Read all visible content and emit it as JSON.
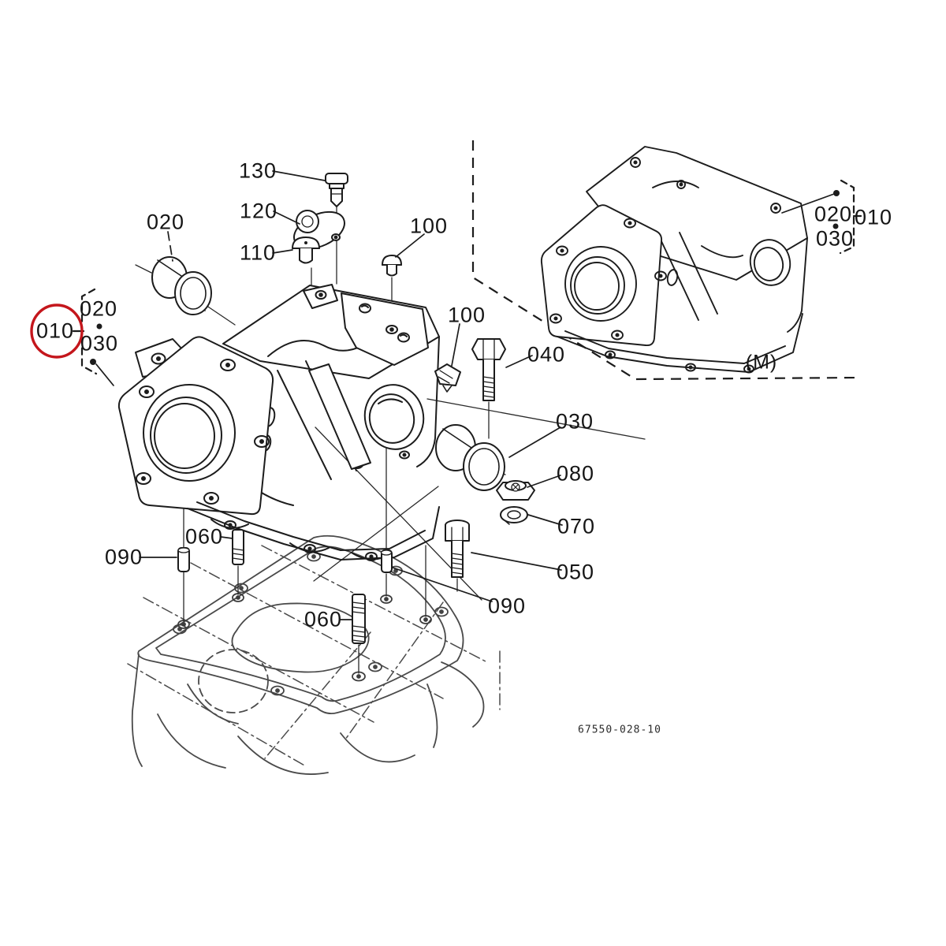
{
  "page": {
    "background_color": "#ffffff",
    "line_color": "#1c1c1c",
    "phantom_line_color": "#4a4a4a",
    "highlight_color": "#c4161c"
  },
  "diagram": {
    "type": "exploded-parts-diagram",
    "drawing_number": "67550-028-10",
    "variant_label": "(M)",
    "highlighted_callout": "010",
    "groups": [
      {
        "name": "left-assembly-bracket",
        "assembly": "010",
        "members": [
          "020",
          "030"
        ]
      },
      {
        "name": "right-assembly-bracket",
        "assembly": "010",
        "members": [
          "020",
          "030"
        ]
      }
    ],
    "callouts": [
      {
        "text": "130"
      },
      {
        "text": "120"
      },
      {
        "text": "110"
      },
      {
        "text": "020"
      },
      {
        "text": "100"
      },
      {
        "text": "100"
      },
      {
        "text": "040"
      },
      {
        "text": "030"
      },
      {
        "text": "080"
      },
      {
        "text": "070"
      },
      {
        "text": "050"
      },
      {
        "text": "090"
      },
      {
        "text": "060"
      },
      {
        "text": "060"
      },
      {
        "text": "090"
      },
      {
        "text": "010"
      },
      {
        "text": "020"
      },
      {
        "text": "030"
      },
      {
        "text": "020"
      },
      {
        "text": "030"
      },
      {
        "text": "010"
      }
    ]
  }
}
